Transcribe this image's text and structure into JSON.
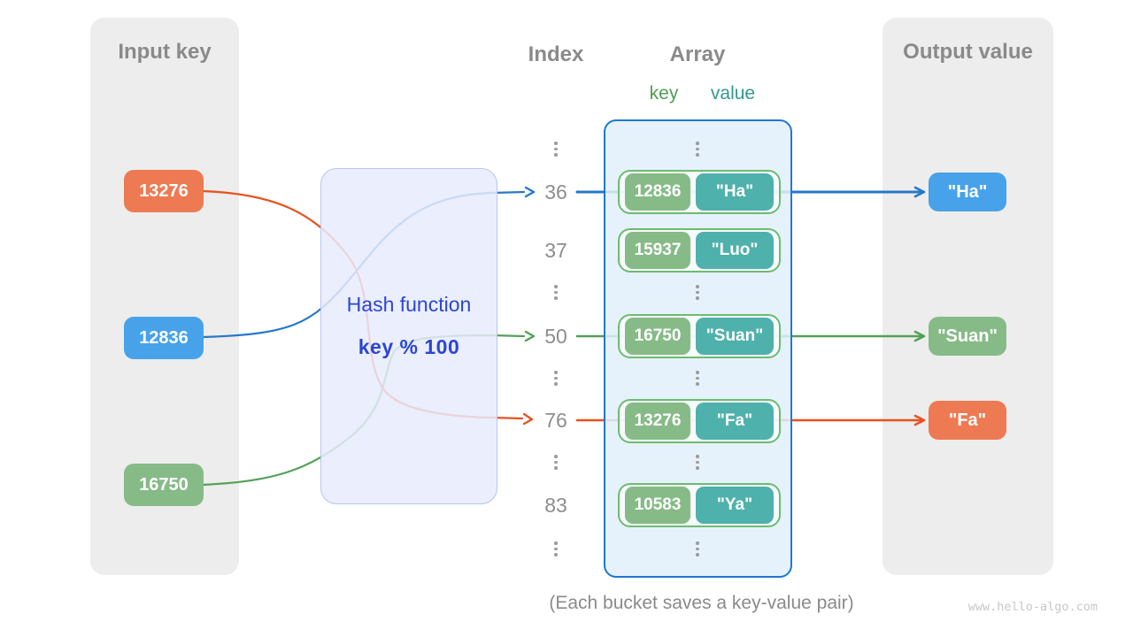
{
  "headers": {
    "input": "Input key",
    "index": "Index",
    "array": "Array",
    "output": "Output value",
    "key_label": "key",
    "value_label": "value"
  },
  "hash_function": {
    "title": "Hash function",
    "formula": "key % 100"
  },
  "input_keys": [
    {
      "value": "13276",
      "color": "#ED7A52"
    },
    {
      "value": "12836",
      "color": "#47A2E9"
    },
    {
      "value": "16750",
      "color": "#86BB87"
    }
  ],
  "index_column": {
    "numbers": [
      "36",
      "37",
      "50",
      "76",
      "83"
    ]
  },
  "buckets": [
    {
      "index": "36",
      "key": "12836",
      "value": "\"Ha\""
    },
    {
      "index": "37",
      "key": "15937",
      "value": "\"Luo\""
    },
    {
      "index": "50",
      "key": "16750",
      "value": "\"Suan\""
    },
    {
      "index": "76",
      "key": "13276",
      "value": "\"Fa\""
    },
    {
      "index": "83",
      "key": "10583",
      "value": "\"Ya\""
    }
  ],
  "outputs": [
    {
      "value": "\"Ha\"",
      "color": "#47A2E9"
    },
    {
      "value": "\"Suan\"",
      "color": "#86BB87"
    },
    {
      "value": "\"Fa\"",
      "color": "#ED7A52"
    }
  ],
  "colors": {
    "line_blue": "#2678C9",
    "line_green": "#53A058",
    "line_orange": "#E8511F",
    "box_orange": "#ED7A52",
    "box_blue": "#47A2E9",
    "box_green": "#86BB87",
    "box_teal": "#4FB1AB",
    "array_border": "#1F78D1",
    "hash_text": "#2B46D3",
    "panel_bg": "#EDEDED",
    "heading_gray": "#8A8A8A"
  },
  "caption": "(Each bucket saves a key-value pair)",
  "watermark": "www.hello-algo.com"
}
